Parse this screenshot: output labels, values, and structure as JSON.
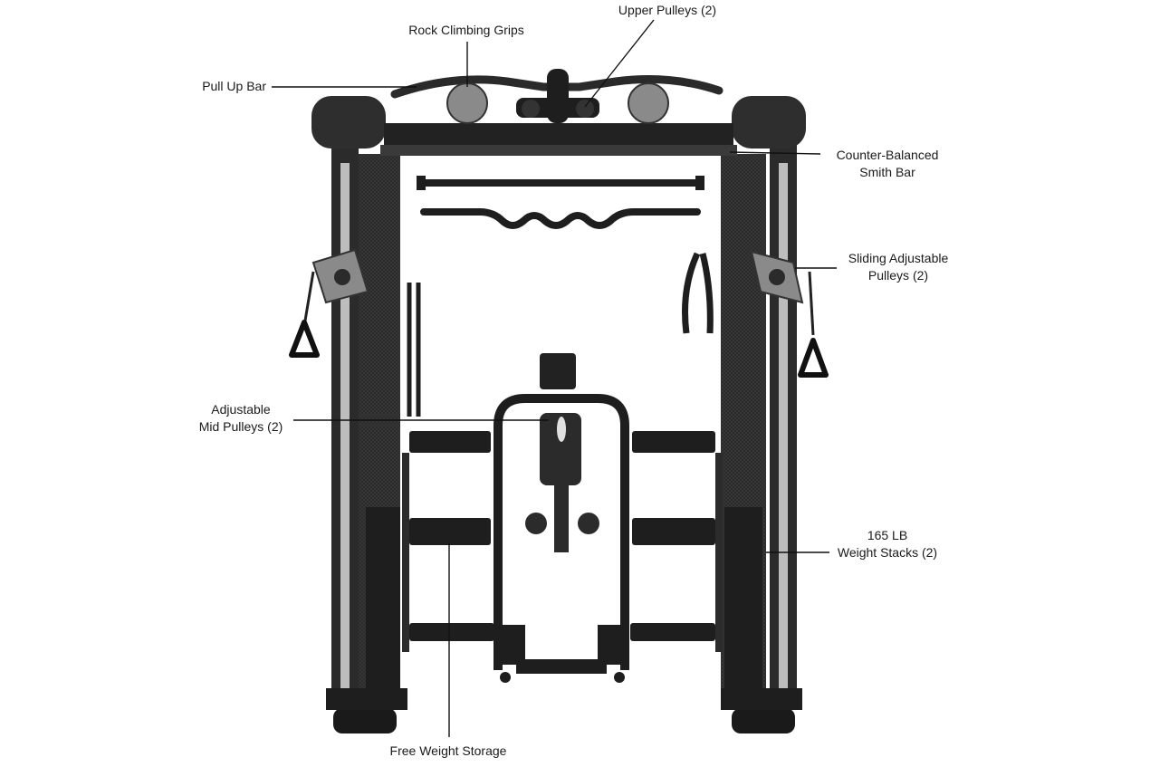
{
  "diagram": {
    "callouts": [
      {
        "id": "pull-up-bar",
        "lines": [
          "Pull Up Bar"
        ]
      },
      {
        "id": "rock-climbing-grips",
        "lines": [
          "Rock Climbing Grips"
        ]
      },
      {
        "id": "upper-pulleys",
        "lines": [
          "Upper Pulleys (2)"
        ]
      },
      {
        "id": "smith-bar",
        "lines": [
          "Counter-Balanced",
          "Smith Bar"
        ]
      },
      {
        "id": "sliding-pulleys",
        "lines": [
          "Sliding Adjustable",
          "Pulleys (2)"
        ]
      },
      {
        "id": "mid-pulleys",
        "lines": [
          "Adjustable",
          "Mid Pulleys (2)"
        ]
      },
      {
        "id": "weight-stacks",
        "lines": [
          "165 LB",
          "Weight Stacks (2)"
        ]
      },
      {
        "id": "free-weight-storage",
        "lines": [
          "Free Weight Storage"
        ]
      }
    ],
    "colors": {
      "frame": "#2b2b2b",
      "frame_dark": "#111111",
      "pulley": "#8a8a8a",
      "leader": "#111111"
    }
  }
}
